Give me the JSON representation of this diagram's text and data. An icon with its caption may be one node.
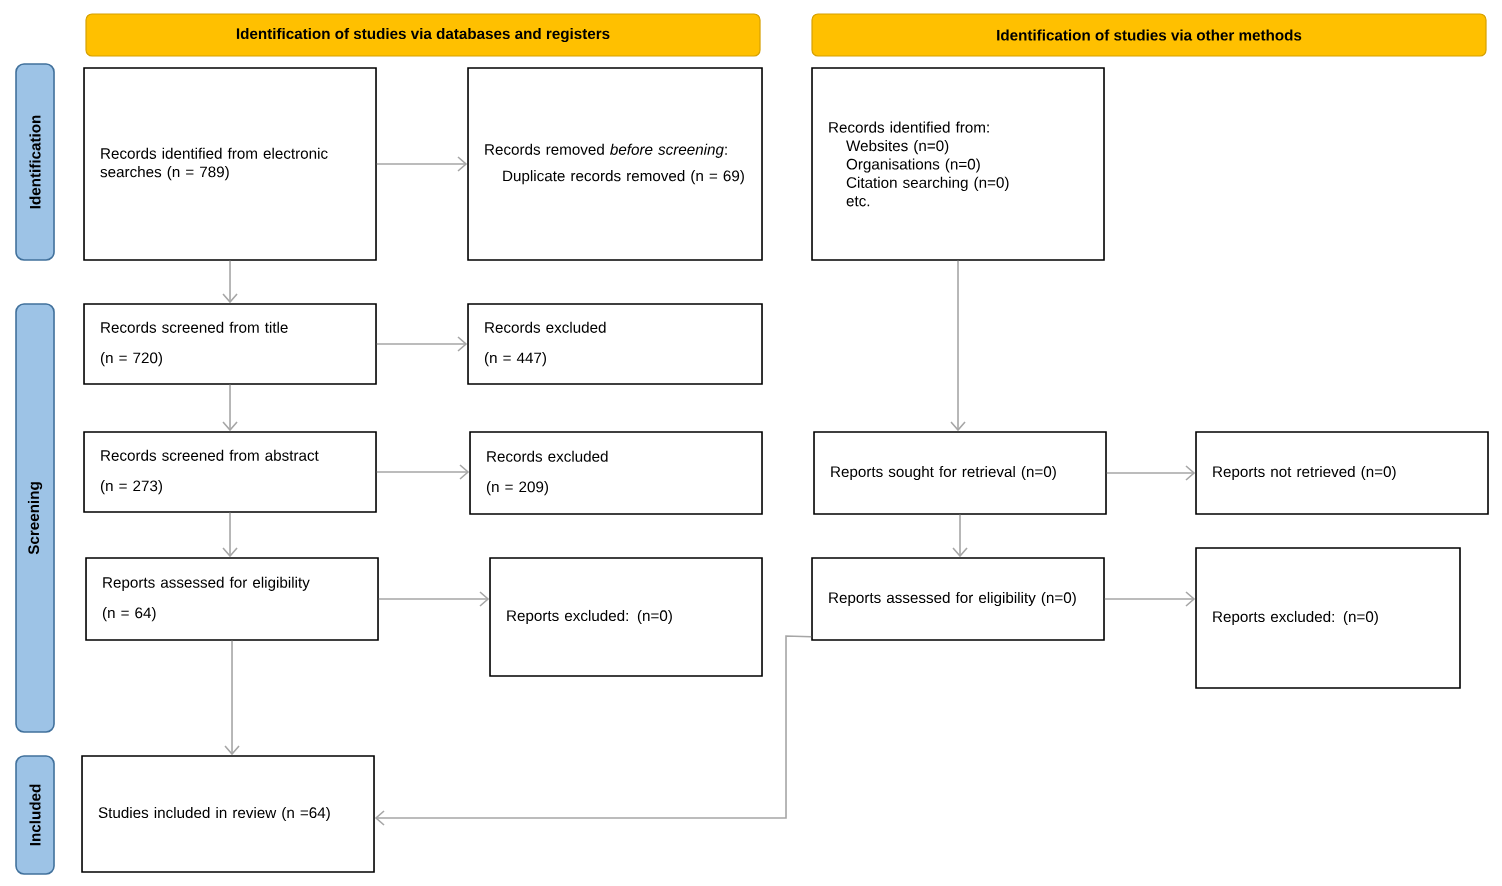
{
  "diagram": {
    "nodes": [
      {
        "text": [
          "Identification of studies via databases and registers"
        ]
      },
      {
        "text": [
          "Identification of studies via other methods"
        ]
      },
      {
        "text": [
          "Identification"
        ]
      },
      {
        "text": [
          "Screening"
        ]
      },
      {
        "text": [
          "Included"
        ]
      },
      {
        "text": [
          "Records identified from electronic searches (n = 789)"
        ]
      },
      {
        "text": [
          "Records removed *before screening*:",
          "Duplicate records removed (n = 69)"
        ]
      },
      {
        "text": [
          "Records screened from title",
          "(n = 720)"
        ]
      },
      {
        "text": [
          "Records excluded",
          "(n = 447)"
        ]
      },
      {
        "text": [
          "Records screened from abstract",
          "(n = 273)"
        ]
      },
      {
        "text": [
          "Records excluded",
          "(n = 209)"
        ]
      },
      {
        "text": [
          "Reports assessed for eligibility",
          "(n = 64)"
        ]
      },
      {
        "text": [
          "Reports excluded: (n=0)"
        ]
      },
      {
        "text": [
          "Studies included in review (n =64)"
        ]
      },
      {
        "text": [
          "Records identified from:",
          "Websites (n=0)",
          "Organisations (n=0)",
          "Citation searching (n=0)",
          "etc."
        ]
      },
      {
        "text": [
          "Reports sought for retrieval (n=0)"
        ]
      },
      {
        "text": [
          "Reports not retrieved (n=0)"
        ]
      },
      {
        "text": [
          "Reports assessed for eligibility (n=0)"
        ]
      },
      {
        "text": [
          "Reports excluded: (n=0)"
        ]
      }
    ],
    "edges": [
      {
        "from": 5,
        "to": 6,
        "arrow": "to"
      },
      {
        "from": 5,
        "to": 7,
        "arrow": "to"
      },
      {
        "from": 7,
        "to": 8,
        "arrow": "to"
      },
      {
        "from": 7,
        "to": 9,
        "arrow": "to"
      },
      {
        "from": 9,
        "to": 10,
        "arrow": "to"
      },
      {
        "from": 9,
        "to": 11,
        "arrow": "to"
      },
      {
        "from": 11,
        "to": 12,
        "arrow": "to"
      },
      {
        "from": 11,
        "to": 13,
        "arrow": "to"
      },
      {
        "from": 14,
        "to": 15,
        "arrow": "to"
      },
      {
        "from": 15,
        "to": 16,
        "arrow": "to"
      },
      {
        "from": 15,
        "to": 17,
        "arrow": "to"
      },
      {
        "from": 17,
        "to": 18,
        "arrow": "to"
      },
      {
        "from": 17,
        "to": 13,
        "arrow": "to"
      }
    ]
  }
}
